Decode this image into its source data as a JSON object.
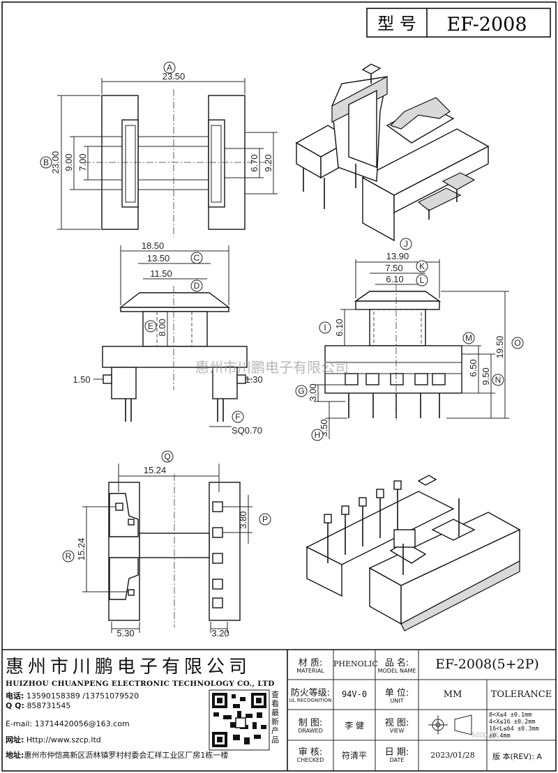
{
  "header": {
    "type_label": "型 号",
    "model": "EF-2008"
  },
  "dims": {
    "A": "23.50",
    "B": "23.00",
    "h9": "9.00",
    "h7": "7.00",
    "h670": "6.70",
    "h920": "9.20",
    "C": "18.50",
    "c1350": "13.50",
    "D": "11.50",
    "E": "8.00",
    "l150": "1.50",
    "r130": "1.30",
    "F": "SQ0.70",
    "J": "13.90",
    "K": "7.50",
    "L": "6.10",
    "I": "6.10",
    "M": "6.50",
    "N": "9.50",
    "O": "19.50",
    "G": "3.00",
    "H": "3.50",
    "Q": "15.24",
    "R": "15.24",
    "P": "3.80",
    "b530": "5.30",
    "b320": "3.20"
  },
  "letters": [
    "A",
    "B",
    "C",
    "D",
    "E",
    "F",
    "G",
    "H",
    "I",
    "J",
    "K",
    "L",
    "M",
    "N",
    "O",
    "P",
    "Q",
    "R"
  ],
  "watermark": "惠州市川鹏电子有限公司",
  "company": {
    "name_cn": "惠州市川鹏电子有限公司",
    "name_en": "HUIZHOU CHUANPENG ELECTRONIC TECHNOLOGY CO., LTD",
    "phone_label": "电话:",
    "phone": "13590158389 /13751079520",
    "qq_label": "Q Q:",
    "qq": "858731545",
    "email_label": "E-mail:",
    "email": "13714420056@163.com",
    "web_label": "网址:",
    "web": "Http://www.szcp.ltd",
    "addr_label": "地址:",
    "addr": "惠州市仲恺高新区沥林镇罗村村委会汇祥工业区厂房1栋一楼",
    "qr_caption": "查看最新产品"
  },
  "table": {
    "material_cn": "材 质:",
    "material_en": "MATERIAL",
    "material_val": "PHENOLIC",
    "pname_cn": "品 名:",
    "pname_en": "MODEL NAME",
    "pname_val": "EF-2008(5+2P)",
    "fire_cn": "防火等级:",
    "fire_en": "UL RECOGNITION",
    "fire_val": "94V-0",
    "unit_cn": "单 位:",
    "unit_en": "UNIT",
    "unit_val": "MM",
    "tolerance": "TOLERANCE",
    "draw_cn": "制 图:",
    "draw_en": "DRAWED",
    "draw_val": "李 健",
    "view_cn": "视 图:",
    "view_en": "VIEW",
    "tol1": "0<X≤4    ±0.1mm",
    "tol2": "4<X≤16   ±0.2mm",
    "tol3": "16<L≤64  ±0.3mm",
    "tol4": "        ±0.4mm",
    "check_cn": "审 核:",
    "check_en": "CHECKED",
    "check_val": "符清平",
    "date_cn": "日 期:",
    "date_en": "DATE",
    "date_val": "2023/01/28",
    "rev_label": "版 本(REV):",
    "rev_val": "A",
    "site_mark": "szcp.ltd"
  }
}
